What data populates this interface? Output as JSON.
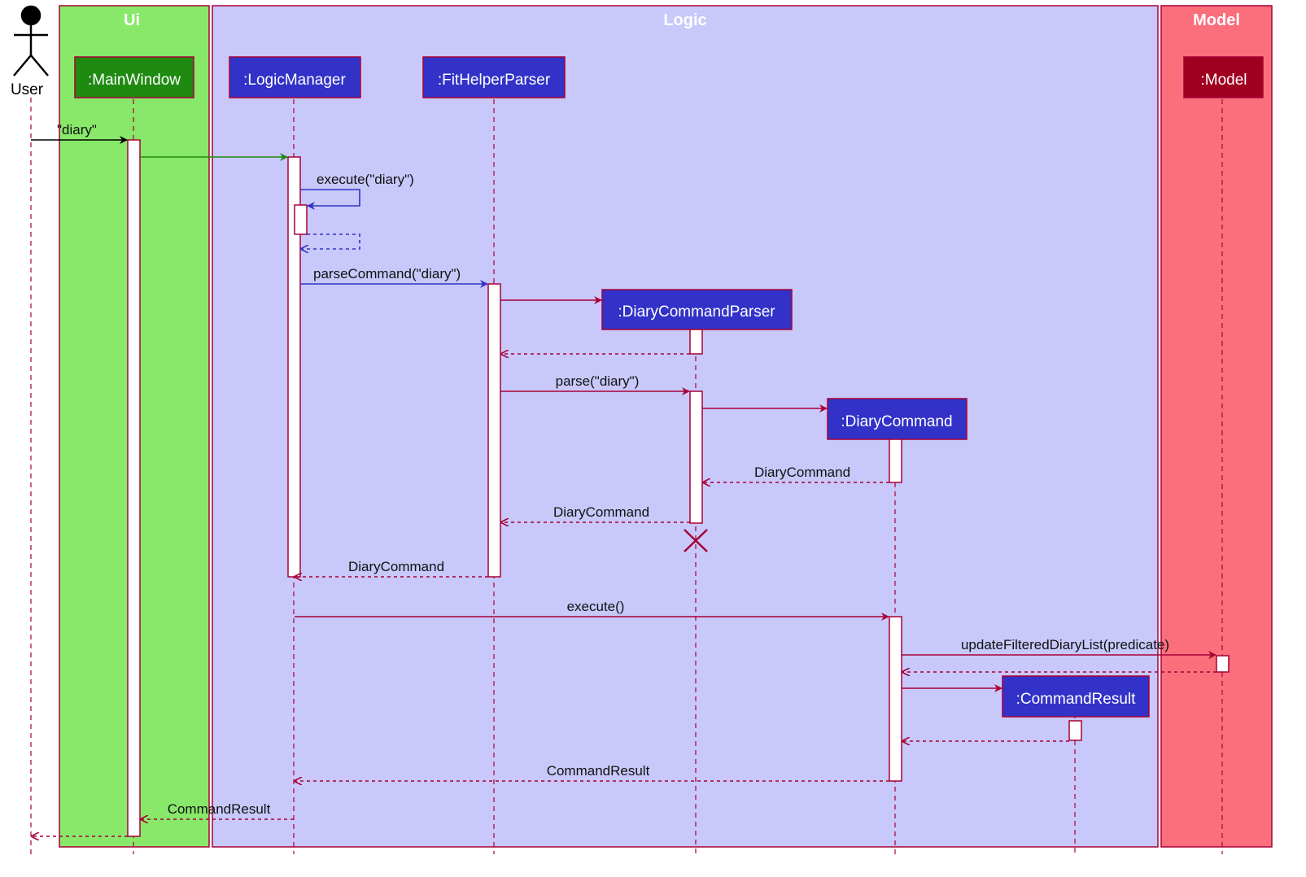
{
  "groups": {
    "ui": {
      "label": "Ui",
      "color": "#88E86A"
    },
    "logic": {
      "label": "Logic",
      "color": "#C8C8FA"
    },
    "model": {
      "label": "Model",
      "color": "#FB6E7C"
    }
  },
  "actor": {
    "label": "User"
  },
  "participants": {
    "main_window": {
      "label": ":MainWindow",
      "color": "#1F8A10"
    },
    "logic_manager": {
      "label": ":LogicManager",
      "color": "#3232C8"
    },
    "fithelper_parser": {
      "label": ":FitHelperParser",
      "color": "#3232C8"
    },
    "diary_command_parser": {
      "label": ":DiaryCommandParser",
      "color": "#3232C8"
    },
    "diary_command": {
      "label": ":DiaryCommand",
      "color": "#3232C8"
    },
    "command_result": {
      "label": ":CommandResult",
      "color": "#3232C8"
    },
    "model": {
      "label": ":Model",
      "color": "#A00020"
    }
  },
  "messages": {
    "user_input": "\"diary\"",
    "execute_diary": "execute(\"diary\")",
    "parse_command": "parseCommand(\"diary\")",
    "parse": "parse(\"diary\")",
    "return_diary_command_1": "DiaryCommand",
    "return_diary_command_2": "DiaryCommand",
    "return_diary_command_3": "DiaryCommand",
    "execute": "execute()",
    "update_filtered": "updateFilteredDiaryList(predicate)",
    "return_command_result_1": "CommandResult",
    "return_command_result_2": "CommandResult"
  },
  "colors": {
    "border": "#A80036",
    "arrow_ui": "#1F8A10",
    "arrow_logic": "#3232C8",
    "arrow_default": "#A80036",
    "arrow_user": "#000000"
  }
}
